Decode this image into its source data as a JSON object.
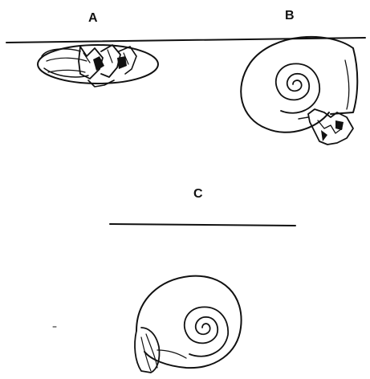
{
  "figure": {
    "panels": [
      {
        "id": "A",
        "label": "A"
      },
      {
        "id": "B",
        "label": "B"
      },
      {
        "id": "C",
        "label": "C"
      }
    ],
    "colors": {
      "ink": "#111111",
      "background": "#ffffff"
    }
  }
}
